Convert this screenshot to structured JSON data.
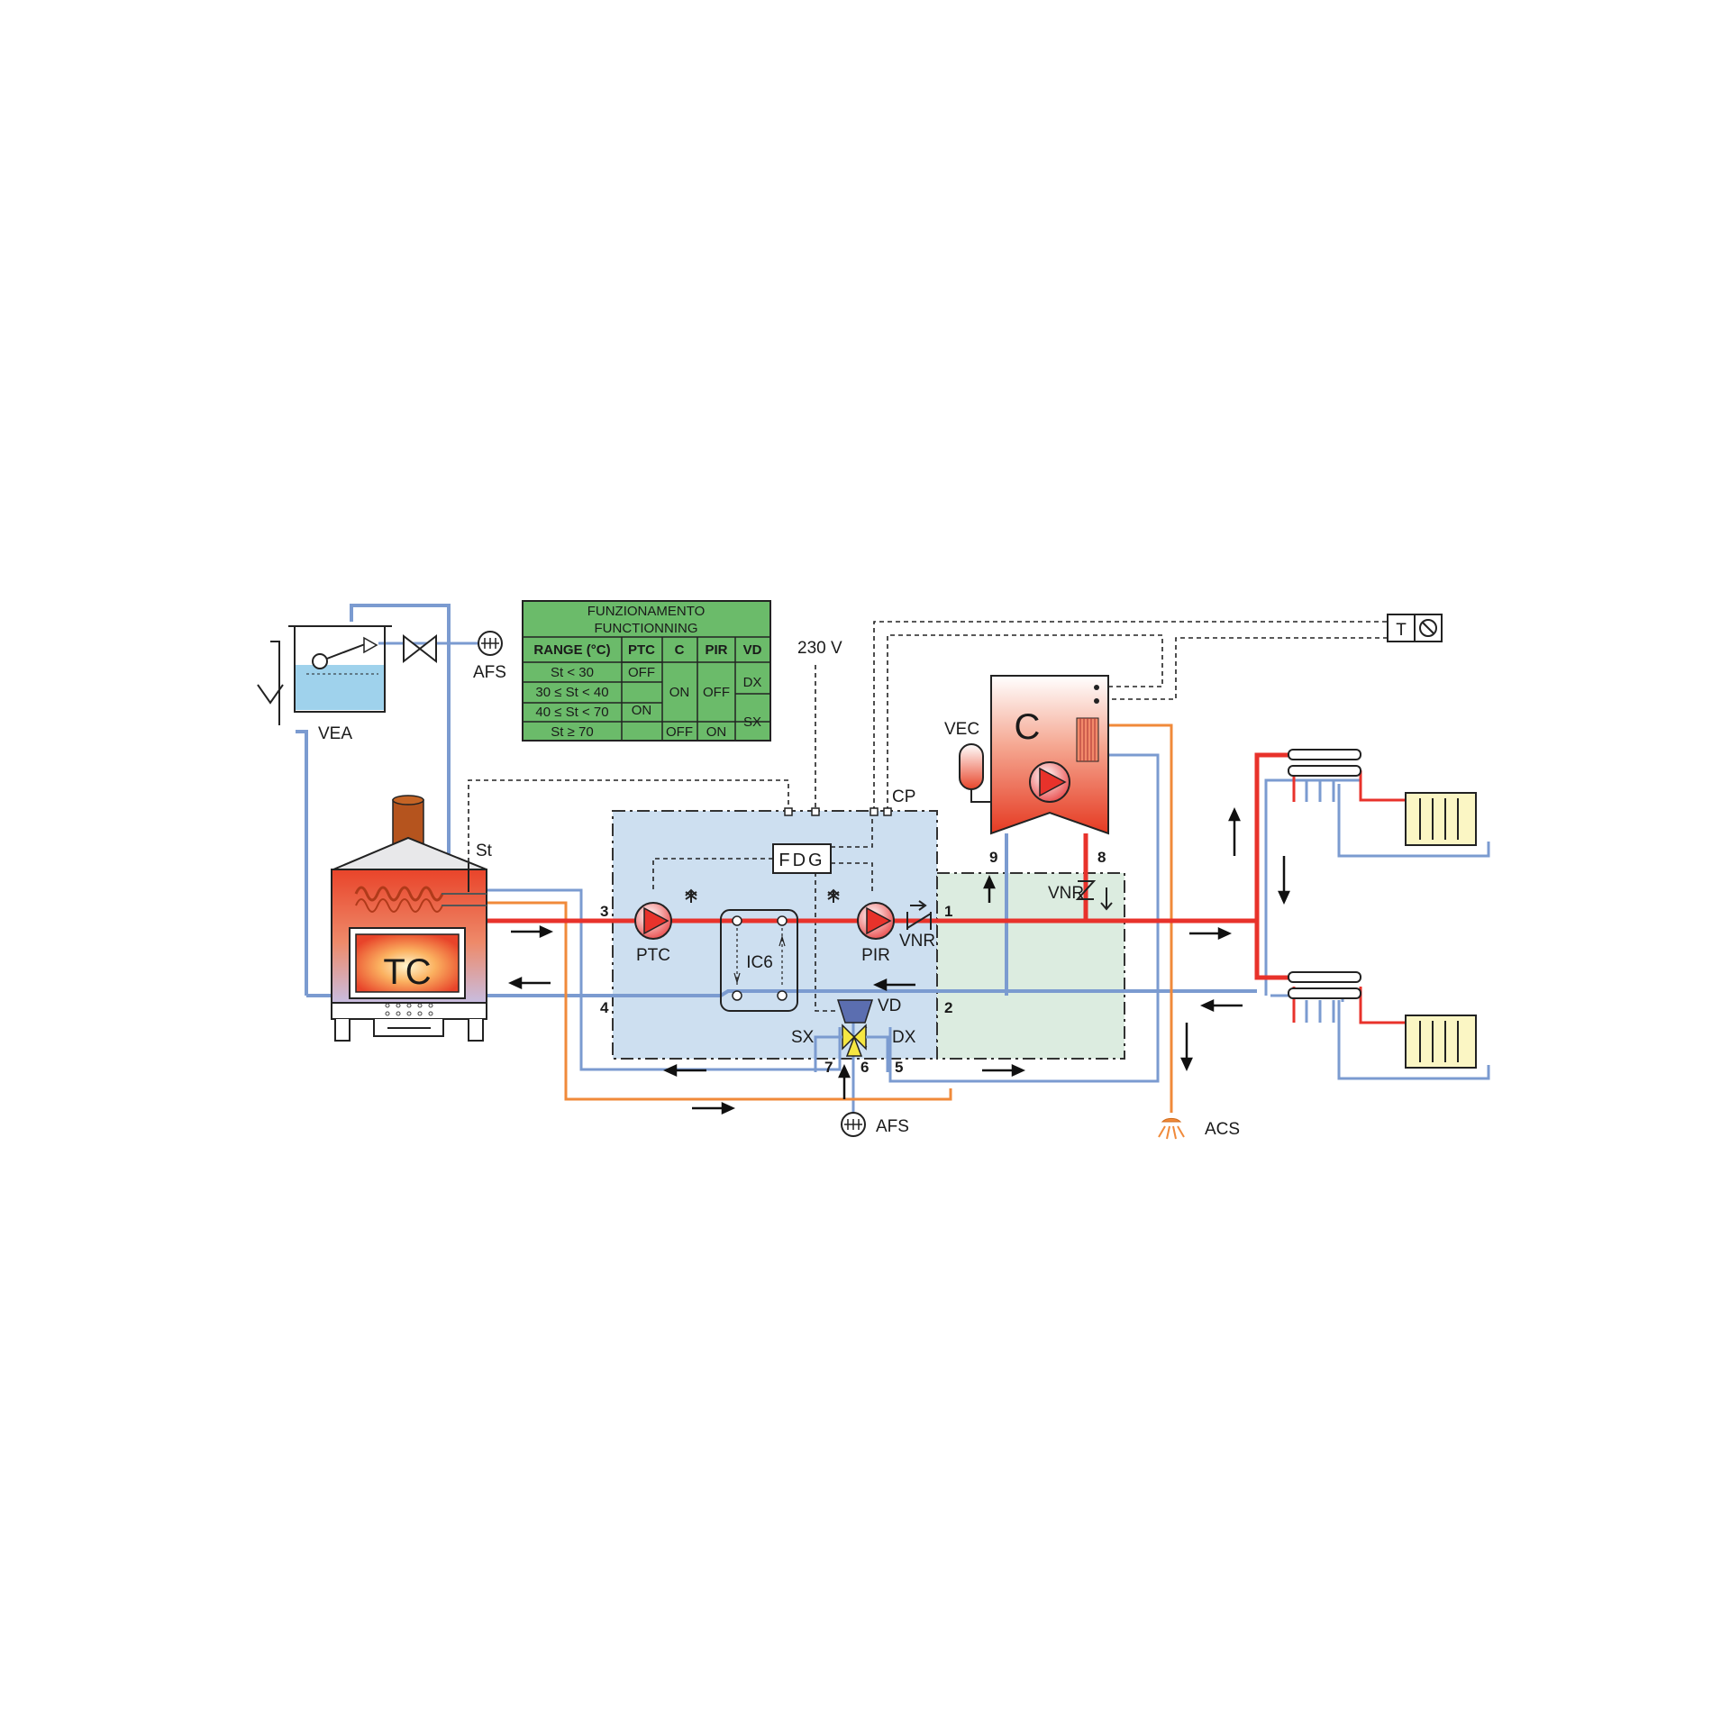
{
  "labels": {
    "vea": "VEA",
    "afs_top": "AFS",
    "afs_bottom": "AFS",
    "tc": "TC",
    "st": "St",
    "v230": "230 V",
    "cp": "CP",
    "fdg": "FDG",
    "ptc": "PTC",
    "pir": "PIR",
    "ic6": "IC6",
    "vnr_main": "VNR",
    "vnr_boiler": "VNR",
    "vd": "VD",
    "sx": "SX",
    "dx": "DX",
    "vec": "VEC",
    "c": "C",
    "acs": "ACS",
    "thermostat_t": "T"
  },
  "port_numbers": {
    "p1": "1",
    "p2": "2",
    "p3": "3",
    "p4": "4",
    "p5": "5",
    "p6": "6",
    "p7": "7",
    "p8": "8",
    "p9": "9"
  },
  "table": {
    "title_line1": "FUNZIONAMENTO",
    "title_line2": "FUNCTIONNING",
    "headers": [
      "RANGE (°C)",
      "PTC",
      "C",
      "PIR",
      "VD"
    ],
    "ranges": [
      "St < 30",
      "30 ≤ St < 40",
      "40 ≤ St < 70",
      "St ≥ 70"
    ],
    "ptc": [
      "OFF",
      "ON"
    ],
    "c": [
      "ON",
      "OFF"
    ],
    "pir": [
      "OFF",
      "ON"
    ],
    "vd": [
      "DX",
      "SX"
    ]
  },
  "colors": {
    "hot_pipe": "#e8322b",
    "cold_pipe": "#7b9bd0",
    "dhw_pipe": "#f08a3a",
    "module_blue": "#cddff0",
    "module_green": "#dcece0",
    "table_green": "#6bbb6a",
    "radiator": "#fbf6c4"
  }
}
